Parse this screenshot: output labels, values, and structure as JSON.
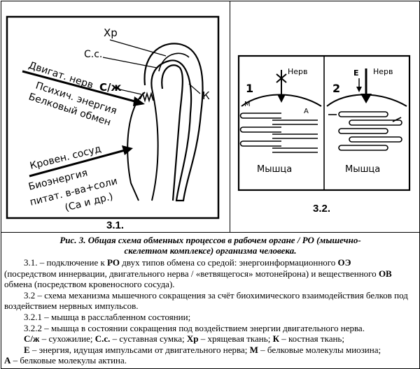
{
  "figure_left": {
    "label": "3.1.",
    "annotations": {
      "xp": "Хр",
      "cc": "С.с.",
      "czh": "С/ж",
      "k": "К",
      "motor_nerve": "Двигат. нерв",
      "psych_energy": "Психич. энергия",
      "protein_exchange": "Белковый обмен",
      "blood_vessel": "Кровен. сосуд",
      "bioenergy": "Биоэнергия",
      "nutrients": "питат. в-ва+соли",
      "minerals": "(Са и др.)"
    }
  },
  "figure_right": {
    "label": "3.2.",
    "panel1": {
      "number": "1",
      "nerve": "Нерв",
      "m": "М",
      "a": "А",
      "muscle": "Мышца"
    },
    "panel2": {
      "number": "2",
      "nerve": "Нерв",
      "e": "Е",
      "muscle": "Мышца"
    }
  },
  "caption": {
    "line1": "Рис. 3. Общая схема обменных процессов в рабочем органе / РО (мышечно-",
    "line2": "скелетном комплексе) организма человека."
  },
  "text": {
    "p1_a": "3.1. – подключение к ",
    "p1_ro": "РО",
    "p1_b": " двух типов обмена со средой: энергоинформационного ",
    "p1_oe": "ОЭ",
    "p1_c": "(посредством иннервации, двигательного нерва / «ветвящегося» мотонейрона) и вещественного ",
    "p1_ov": "ОВ",
    "p1_d": " обмена (посредством кровеносного сосуда).",
    "p2": "3.2 – схема механизма мышечного сокращения за счёт биохимического взаимодействия белков под воздействием нервных импульсов.",
    "p3": "3.2.1 – мышца в расслабленном состоянии;",
    "p4": "3.2.2 – мышца в состоянии сокращения под воздействием энергии двигательного нерва.",
    "legend1_k1": "С/ж",
    "legend1_v1": " – сухожилие; ",
    "legend1_k2": "С.с.",
    "legend1_v2": " – суставная сумка; ",
    "legend1_k3": "Хр",
    "legend1_v3": " – хрящевая ткань; ",
    "legend1_k4": "К",
    "legend1_v4": " – костная ткань;",
    "legend2_k1": "Е",
    "legend2_v1": " – энергия, идущая импульсами от двигательного нерва; ",
    "legend2_k2": "М",
    "legend2_v2": " – белковые молекулы миозина;",
    "legend3_k1": "А",
    "legend3_v1": " – белковые молекулы актина."
  }
}
